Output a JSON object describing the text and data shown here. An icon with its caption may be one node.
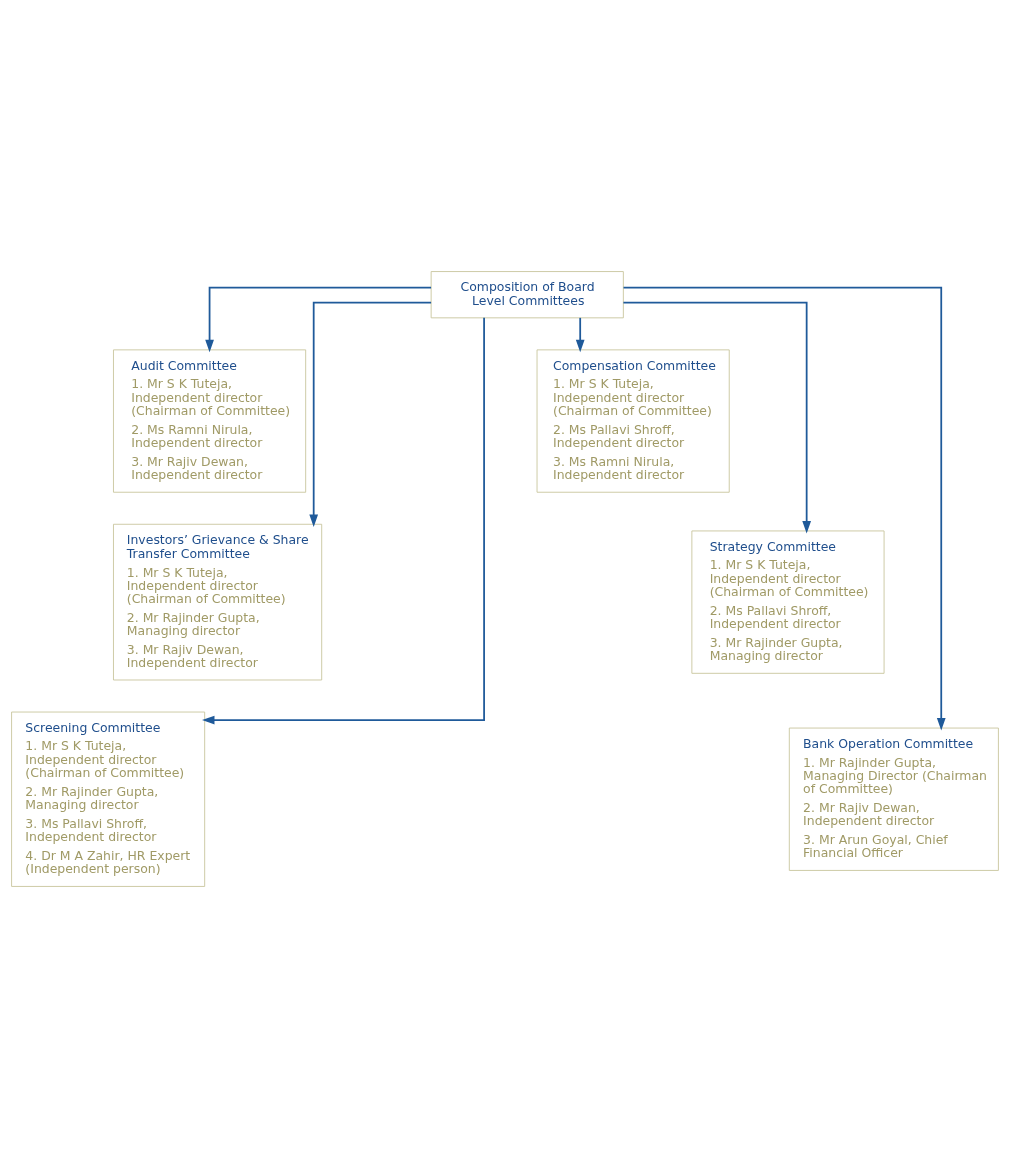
{
  "diagram": {
    "nodes": [
      {
        "text": [
          "Composition of Board Level Committees"
        ]
      },
      {
        "text": [
          "Audit Committee",
          "1. Mr S K Tuteja, Independent director (Chairman of Committee)",
          "2. Ms Ramni Nirula, Independent director",
          "3. Mr Rajiv Dewan, Independent director"
        ]
      },
      {
        "text": [
          "Compensation Committee",
          "1. Mr S K Tuteja, Independent director (Chairman of Committee)",
          "2. Ms Pallavi Shroff, Independent director",
          "3. Ms Ramni Nirula, Independent director"
        ]
      },
      {
        "text": [
          "Investors’ Grievance & Share Transfer Committee",
          "1. Mr S K Tuteja, Independent director (Chairman of Committee)",
          "2. Mr Rajinder Gupta, Managing director",
          "3. Mr Rajiv Dewan, Independent director"
        ]
      },
      {
        "text": [
          "Strategy Committee",
          "1. Mr S K Tuteja, Independent director (Chairman of Committee)",
          "2. Ms Pallavi Shroff, Independent director",
          "3. Mr Rajinder Gupta, Managing director"
        ]
      },
      {
        "text": [
          "Screening Committee",
          "1. Mr S K Tuteja, Independent director (Chairman of Committee)",
          "2. Mr Rajinder Gupta, Managing director",
          "3. Ms Pallavi Shroff, Independent director",
          "4. Dr M A Zahir, HR Expert (Independent person)"
        ]
      },
      {
        "text": [
          "Bank Operation Committee",
          "1. Mr Rajinder Gupta, Managing Director (Chairman of Committee)",
          "2. Mr Rajiv Dewan, Independent director",
          "3. Mr Arun Goyal, Chief Financial Officer"
        ]
      }
    ],
    "edges": [
      {
        "from": 0,
        "to": 1,
        "arrow": "to"
      },
      {
        "from": 0,
        "to": 2,
        "arrow": "to"
      },
      {
        "from": 0,
        "to": 3,
        "arrow": "to"
      },
      {
        "from": 0,
        "to": 4,
        "arrow": "to"
      },
      {
        "from": 0,
        "to": 5,
        "arrow": "to"
      },
      {
        "from": 0,
        "to": 6,
        "arrow": "to"
      }
    ]
  }
}
